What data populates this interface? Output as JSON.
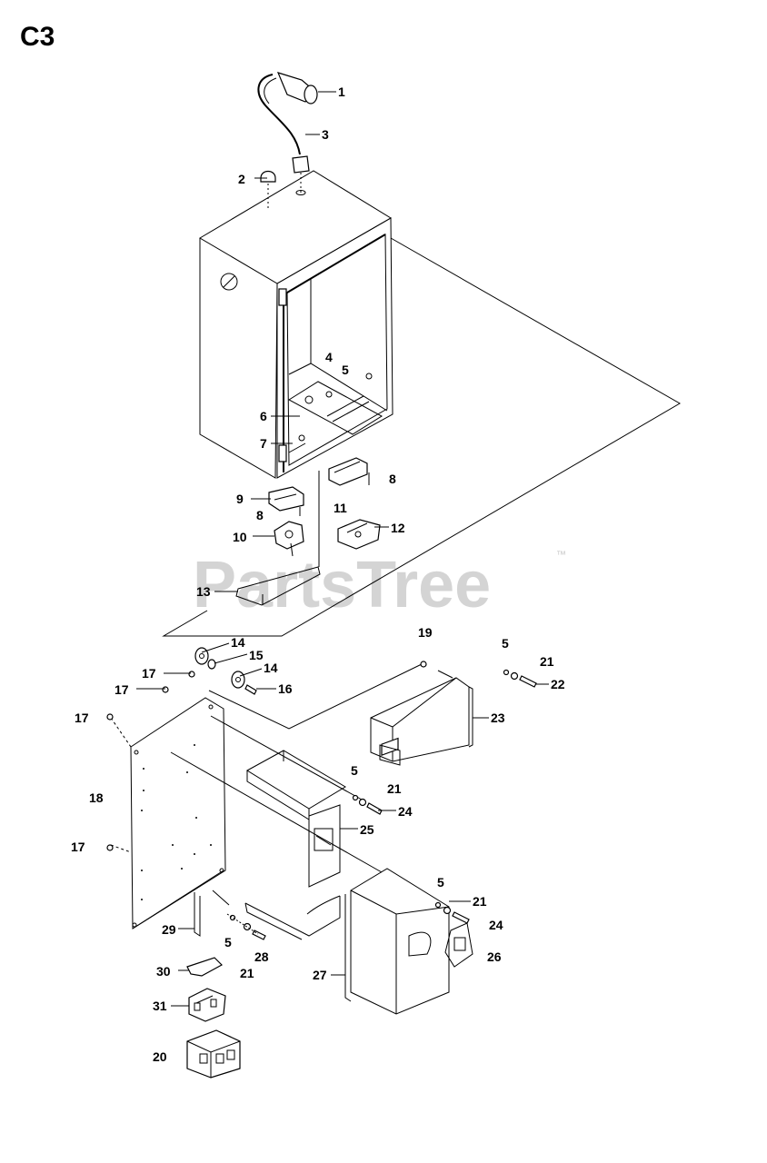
{
  "section": "C3",
  "watermark": {
    "text": "PartsTree",
    "tm": "™"
  },
  "callouts": [
    {
      "id": "c1",
      "text": "1"
    },
    {
      "id": "c2",
      "text": "2"
    },
    {
      "id": "c3",
      "text": "3"
    },
    {
      "id": "c4",
      "text": "4"
    },
    {
      "id": "c5a",
      "text": "5"
    },
    {
      "id": "c6",
      "text": "6"
    },
    {
      "id": "c7",
      "text": "7"
    },
    {
      "id": "c8a",
      "text": "8"
    },
    {
      "id": "c9",
      "text": "9"
    },
    {
      "id": "c8b",
      "text": "8"
    },
    {
      "id": "c10",
      "text": "10"
    },
    {
      "id": "c11",
      "text": "11"
    },
    {
      "id": "c12",
      "text": "12"
    },
    {
      "id": "c13",
      "text": "13"
    },
    {
      "id": "c19",
      "text": "19"
    },
    {
      "id": "c5b",
      "text": "5"
    },
    {
      "id": "c21a",
      "text": "21"
    },
    {
      "id": "c22",
      "text": "22"
    },
    {
      "id": "c14a",
      "text": "14"
    },
    {
      "id": "c15",
      "text": "15"
    },
    {
      "id": "c14b",
      "text": "14"
    },
    {
      "id": "c16",
      "text": "16"
    },
    {
      "id": "c17a",
      "text": "17"
    },
    {
      "id": "c17b",
      "text": "17"
    },
    {
      "id": "c17c",
      "text": "17"
    },
    {
      "id": "c23",
      "text": "23"
    },
    {
      "id": "c18",
      "text": "18"
    },
    {
      "id": "c5c",
      "text": "5"
    },
    {
      "id": "c21b",
      "text": "21"
    },
    {
      "id": "c24a",
      "text": "24"
    },
    {
      "id": "c25",
      "text": "25"
    },
    {
      "id": "c17d",
      "text": "17"
    },
    {
      "id": "c5d",
      "text": "5"
    },
    {
      "id": "c21c",
      "text": "21"
    },
    {
      "id": "c24b",
      "text": "24"
    },
    {
      "id": "c26",
      "text": "26"
    },
    {
      "id": "c29",
      "text": "29"
    },
    {
      "id": "c5e",
      "text": "5"
    },
    {
      "id": "c28",
      "text": "28"
    },
    {
      "id": "c21d",
      "text": "21"
    },
    {
      "id": "c30",
      "text": "30"
    },
    {
      "id": "c27",
      "text": "27"
    },
    {
      "id": "c31",
      "text": "31"
    },
    {
      "id": "c20",
      "text": "20"
    }
  ]
}
